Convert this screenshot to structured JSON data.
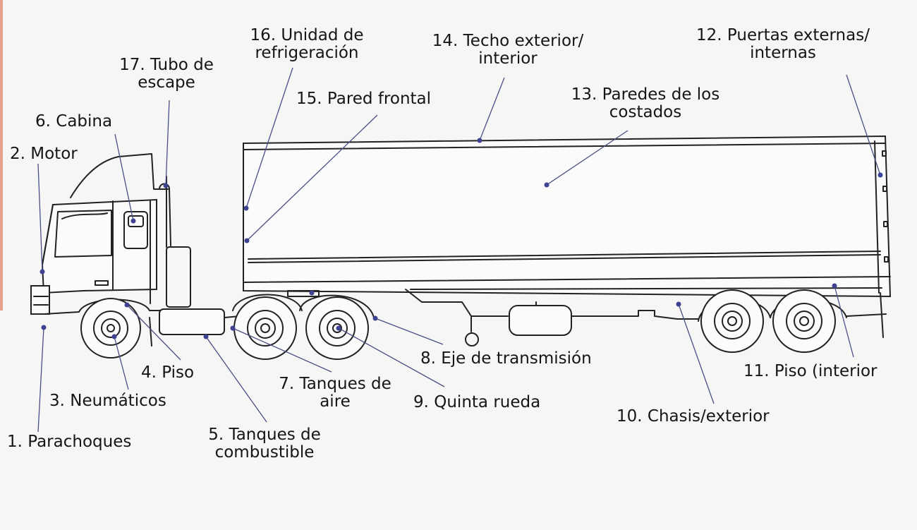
{
  "colors": {
    "background": "#f6f6f4",
    "line": "#222222",
    "leader": "#4a4f86",
    "dot": "#3e4290",
    "edge_stripe": "#e8a08a"
  },
  "labels": [
    {
      "id": "parachoques",
      "lines": [
        "1. Parachoques"
      ]
    },
    {
      "id": "motor",
      "lines": [
        "2. Motor"
      ]
    },
    {
      "id": "neumaticos",
      "lines": [
        "3. Neumáticos"
      ]
    },
    {
      "id": "piso",
      "lines": [
        "4. Piso"
      ]
    },
    {
      "id": "tanques-combustible",
      "lines": [
        "5. Tanques de",
        "combustible"
      ]
    },
    {
      "id": "cabina",
      "lines": [
        "6. Cabina"
      ]
    },
    {
      "id": "tanques-aire",
      "lines": [
        "7. Tanques de",
        "aire"
      ]
    },
    {
      "id": "eje-transmision",
      "lines": [
        "8. Eje de transmisión"
      ]
    },
    {
      "id": "quinta-rueda",
      "lines": [
        "9. Quinta rueda"
      ]
    },
    {
      "id": "chasis-exterior",
      "lines": [
        "10. Chasis/exterior"
      ]
    },
    {
      "id": "piso-interior",
      "lines": [
        "11. Piso (interior"
      ]
    },
    {
      "id": "puertas",
      "lines": [
        "12. Puertas externas/",
        "internas"
      ]
    },
    {
      "id": "paredes-costados",
      "lines": [
        "13. Paredes de los",
        "costados"
      ]
    },
    {
      "id": "techo",
      "lines": [
        "14. Techo exterior/",
        "interior"
      ]
    },
    {
      "id": "pared-frontal",
      "lines": [
        "15. Pared frontal"
      ]
    },
    {
      "id": "unidad-refrigeracion",
      "lines": [
        "16. Unidad de",
        "refrigeración"
      ]
    },
    {
      "id": "tubo-escape",
      "lines": [
        "17. Tubo de",
        "escape"
      ]
    }
  ]
}
